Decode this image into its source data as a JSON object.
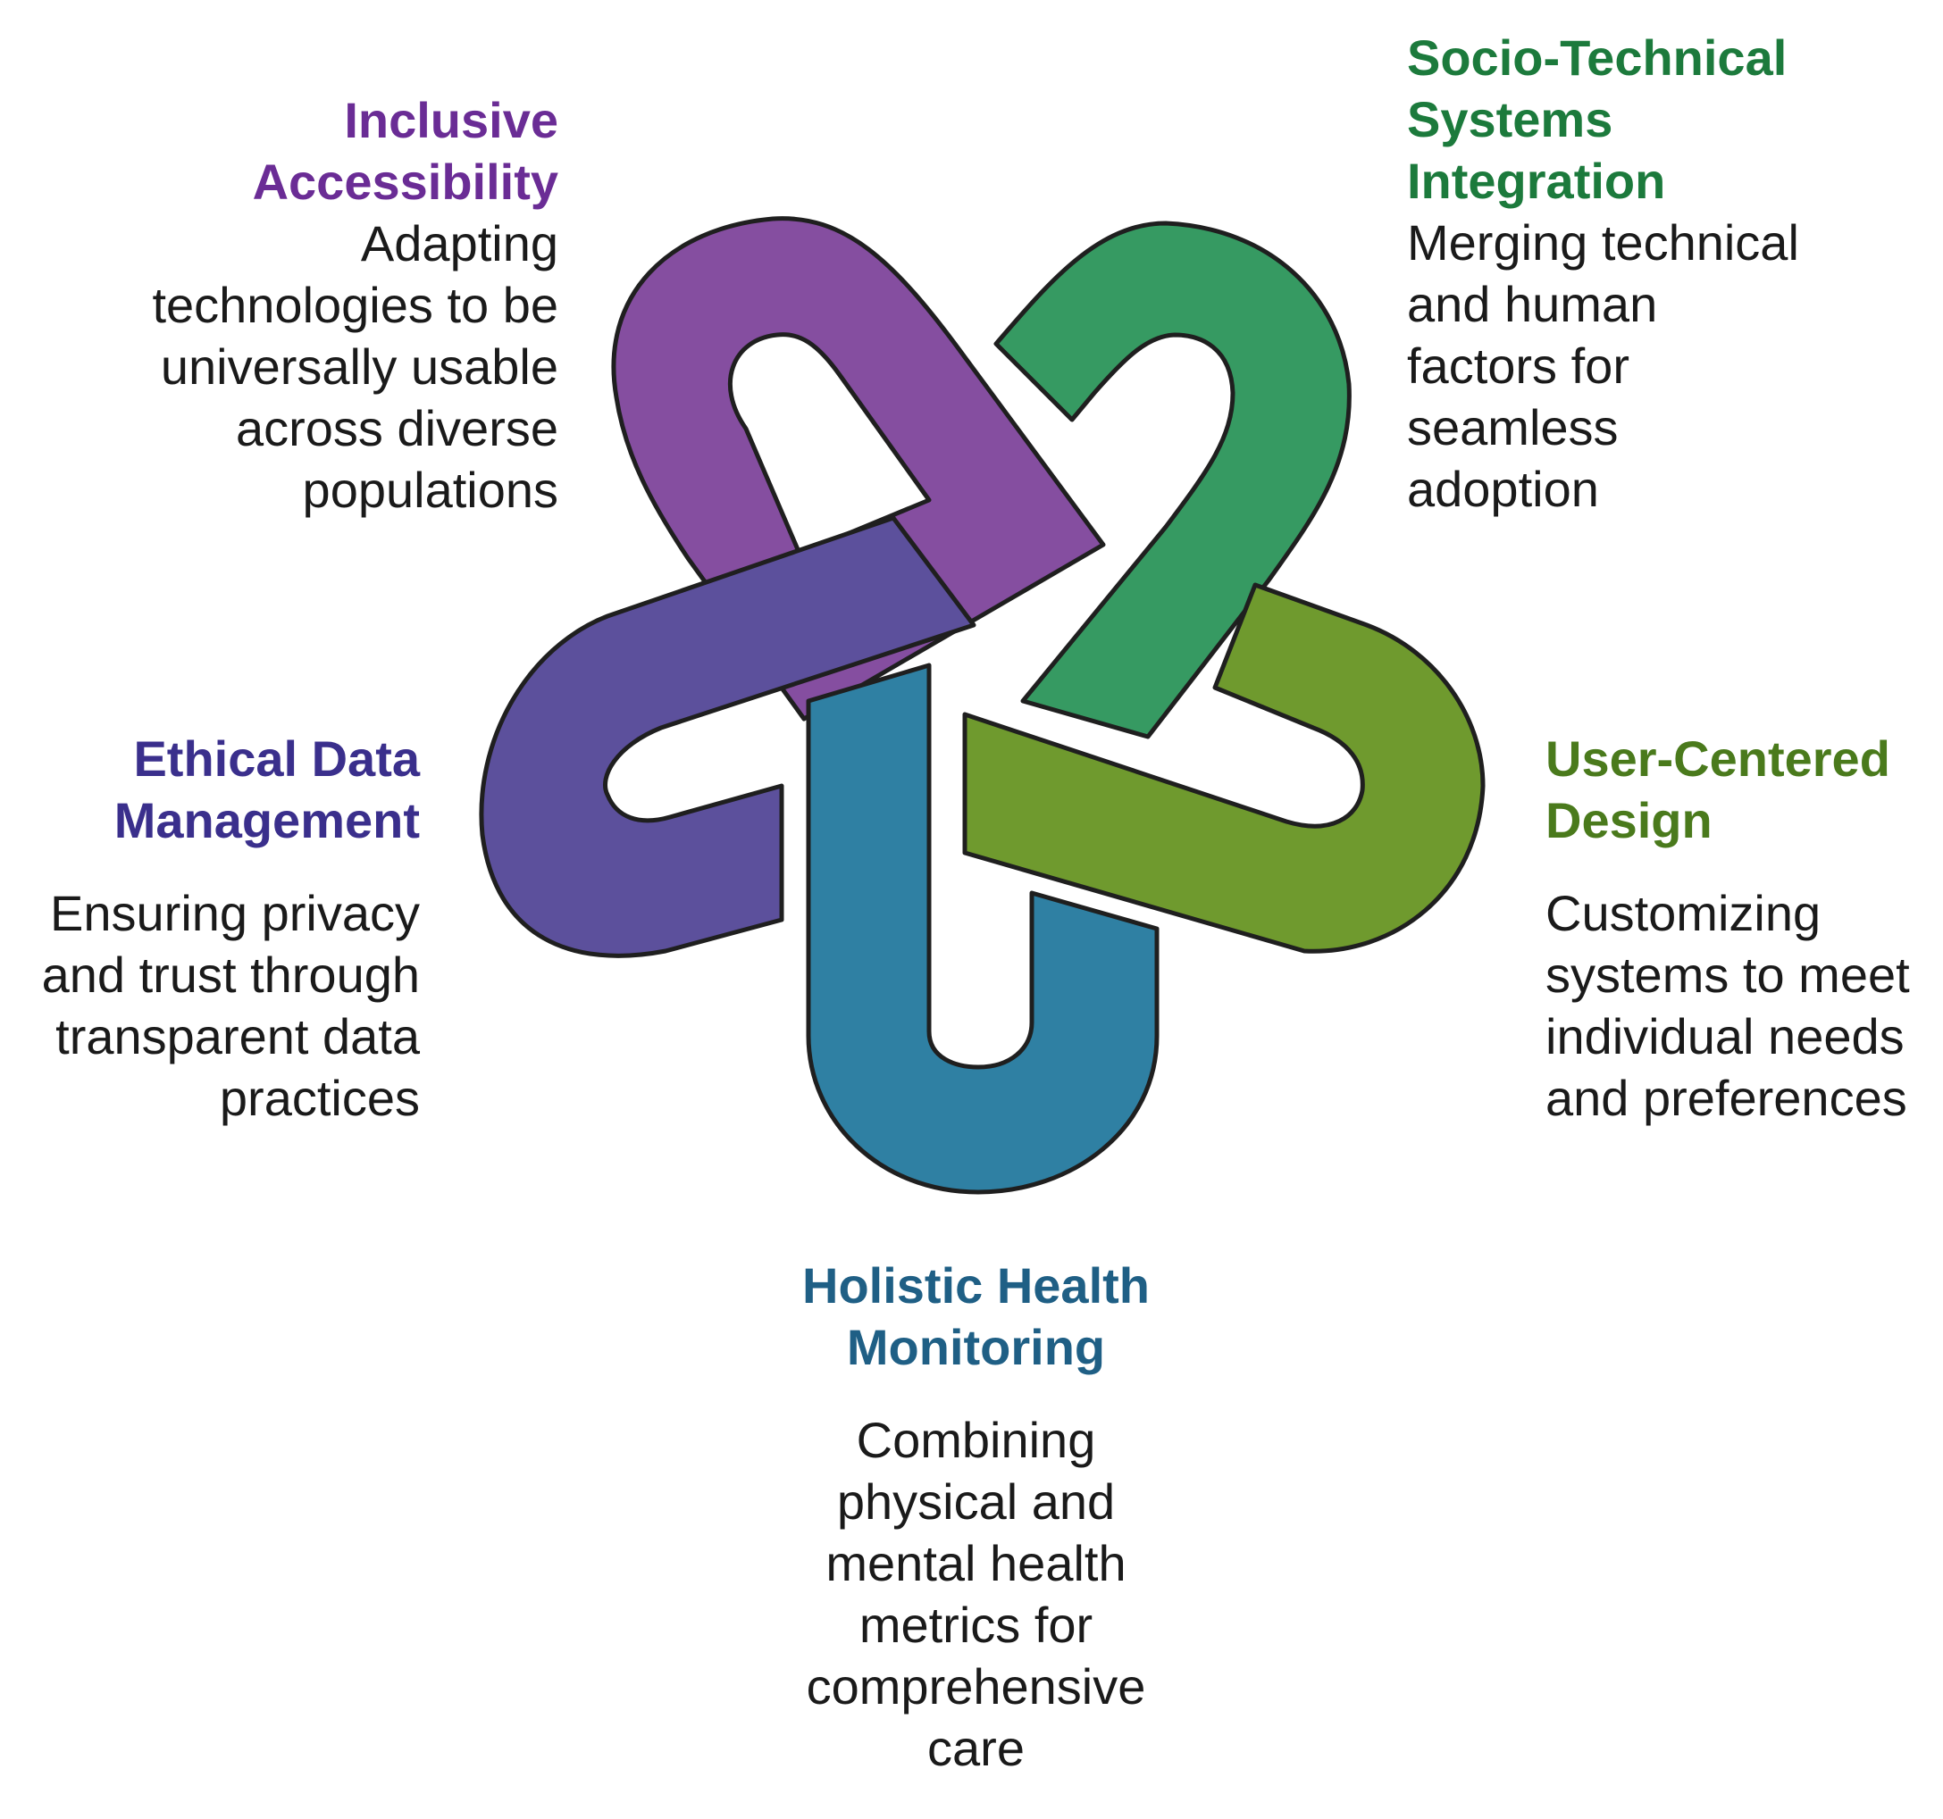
{
  "colors": {
    "inclusive": "#6a2c95",
    "socio": "#1c7a3c",
    "ethical": "#3a2f8c",
    "user": "#4a7a1c",
    "holistic": "#1f5f85",
    "link_inclusive": "#854ea0",
    "link_socio": "#369a62",
    "link_ethical": "#5c509c",
    "link_user": "#6f9a2e",
    "link_holistic": "#2f80a3",
    "outline": "#1f1f1f",
    "text": "#1a1a1a"
  },
  "inclusive": {
    "title": [
      "Inclusive",
      "Accessibility"
    ],
    "desc": [
      "Adapting",
      "technologies to be",
      "universally usable",
      "across diverse",
      "populations"
    ]
  },
  "socio": {
    "title": [
      "Socio-Technical",
      "Systems",
      "Integration"
    ],
    "desc": [
      "Merging technical",
      "and human",
      "factors for",
      "seamless",
      "adoption"
    ]
  },
  "ethical": {
    "title": [
      "Ethical Data",
      "Management"
    ],
    "desc": [
      "Ensuring privacy",
      "and trust through",
      "transparent data",
      "practices"
    ]
  },
  "user": {
    "title": [
      "User-Centered",
      "Design"
    ],
    "desc": [
      "Customizing",
      "systems to meet",
      "individual needs",
      "and preferences"
    ]
  },
  "holistic": {
    "title": [
      "Holistic Health",
      "Monitoring"
    ],
    "desc": [
      "Combining",
      "physical and",
      "mental health",
      "metrics for",
      "comprehensive",
      "care"
    ]
  }
}
